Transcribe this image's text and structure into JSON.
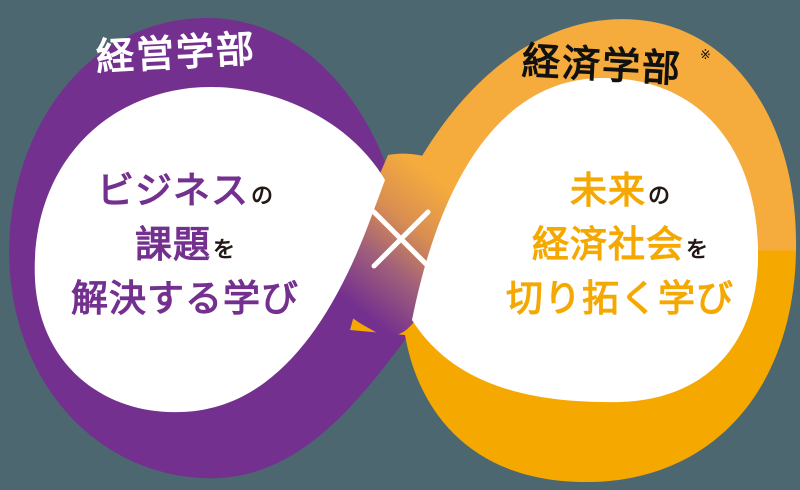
{
  "diagram": {
    "type": "infinity-loop",
    "background_color": "#4d6770",
    "left_loop": {
      "faculty_label": "経営学部",
      "color": "#74308f",
      "text_color": "#ffffff",
      "phrase": {
        "line1_main": "ビジネス",
        "line1_particle": "の",
        "line2_main": "課題",
        "line2_particle": "を",
        "line3_main": "解決する学び"
      }
    },
    "right_loop": {
      "faculty_label": "経済学部",
      "note_mark": "※",
      "color_top": "#f5ac3c",
      "color_bottom": "#f5a800",
      "text_color": "#111111",
      "phrase": {
        "line1_main": "未来",
        "line1_particle": "の",
        "line2_main": "経済社会",
        "line2_particle": "を",
        "line3_main": "切り拓く学び"
      }
    },
    "center": {
      "symbol": "×",
      "symbol_color": "#ffffff"
    },
    "particle_color": "#231815"
  }
}
